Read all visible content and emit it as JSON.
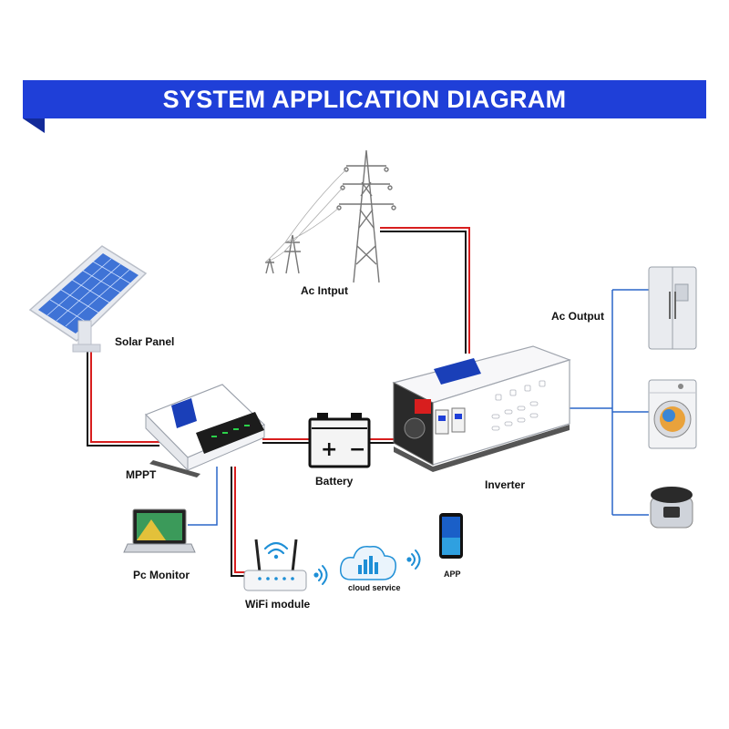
{
  "header": {
    "title": "SYSTEM APPLICATION DIAGRAM"
  },
  "labels": {
    "ac_input": "Ac Intput",
    "solar_panel": "Solar Panel",
    "mppt": "MPPT",
    "battery": "Battery",
    "inverter": "Inverter",
    "ac_output": "Ac Output",
    "pc_monitor": "Pc Monitor",
    "wifi_module": "WiFi module",
    "cloud_service": "cloud service",
    "app": "APP"
  },
  "colors": {
    "banner_blue": "#1f3fd8",
    "banner_fold": "#122a99",
    "wire_red": "#d81e1e",
    "wire_black": "#111111",
    "wire_blue": "#2a66c9",
    "wifi_blue": "#1e8fd6",
    "panel_cell": "#3f73d6"
  },
  "icons": {
    "transmission_tower": "transmission-tower-icon",
    "solar_panel": "solar-panel-icon",
    "mppt_controller": "mppt-controller-icon",
    "battery": "battery-icon",
    "inverter": "inverter-icon",
    "refrigerator": "refrigerator-icon",
    "washing_machine": "washing-machine-icon",
    "rice_cooker": "rice-cooker-icon",
    "laptop": "laptop-icon",
    "router": "wifi-router-icon",
    "cloud": "cloud-icon",
    "phone": "smartphone-icon",
    "wifi_signal": "wifi-signal-icon"
  }
}
